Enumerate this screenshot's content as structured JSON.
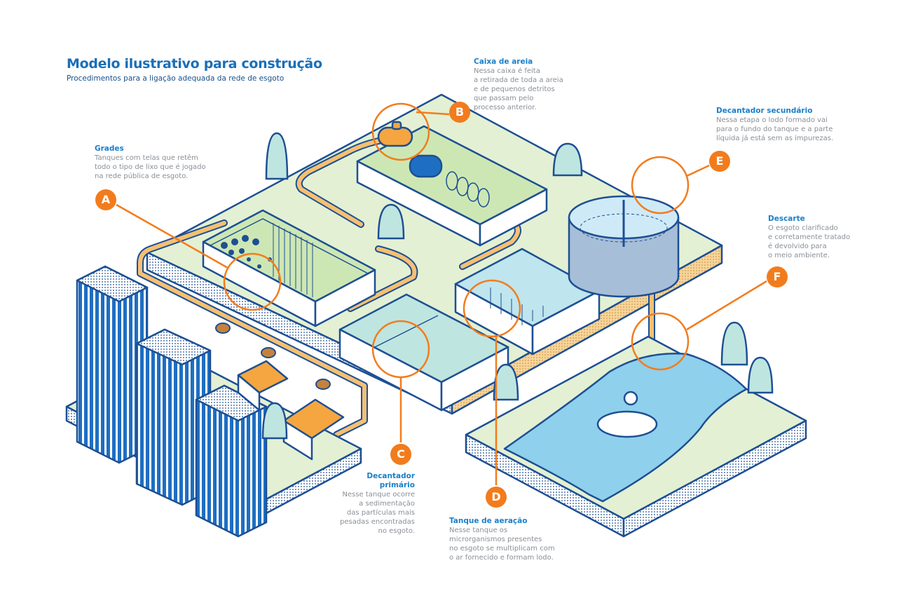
{
  "header": {
    "title": "Modelo ilustrativo para construção",
    "subtitle": "Procedimentos para a ligação adequada da rede de esgoto"
  },
  "colors": {
    "accent": "#f27c1d",
    "outline": "#1d4f93",
    "ground": "#e3f0d3",
    "water": "#8fd0ec",
    "heading": "#1a7fc8",
    "body_text": "#8a8f96"
  },
  "steps": [
    {
      "badge": "A",
      "title": "Grades",
      "body": "Tanques com telas que retêm\ntodo o tipo de lixo que é jogado\nna rede pública de esgoto."
    },
    {
      "badge": "B",
      "title": "Caixa de areia",
      "body": "Nessa caixa é feita\na retirada de toda a areia\ne de pequenos detritos\nque passam pelo\nprocesso anterior."
    },
    {
      "badge": "C",
      "title": "Decantador primário",
      "body": "Nesse tanque ocorre\na sedimentação\ndas partículas mais\npesadas encontradas\nno esgoto."
    },
    {
      "badge": "D",
      "title": "Tanque de aeração",
      "body": "Nesse tanque os\nmicrorganismos presentes\nno esgoto se multiplicam com\no ar fornecido e formam lodo."
    },
    {
      "badge": "E",
      "title": "Decantador secundário",
      "body": "Nessa etapa o lodo formado vai\npara o fundo do tanque e a parte\nlíquida já está sem as impurezas."
    },
    {
      "badge": "F",
      "title": "Descarte",
      "body": "O esgoto clarificado\ne corretamente tratado\né devolvido para\no meio ambiente."
    }
  ]
}
